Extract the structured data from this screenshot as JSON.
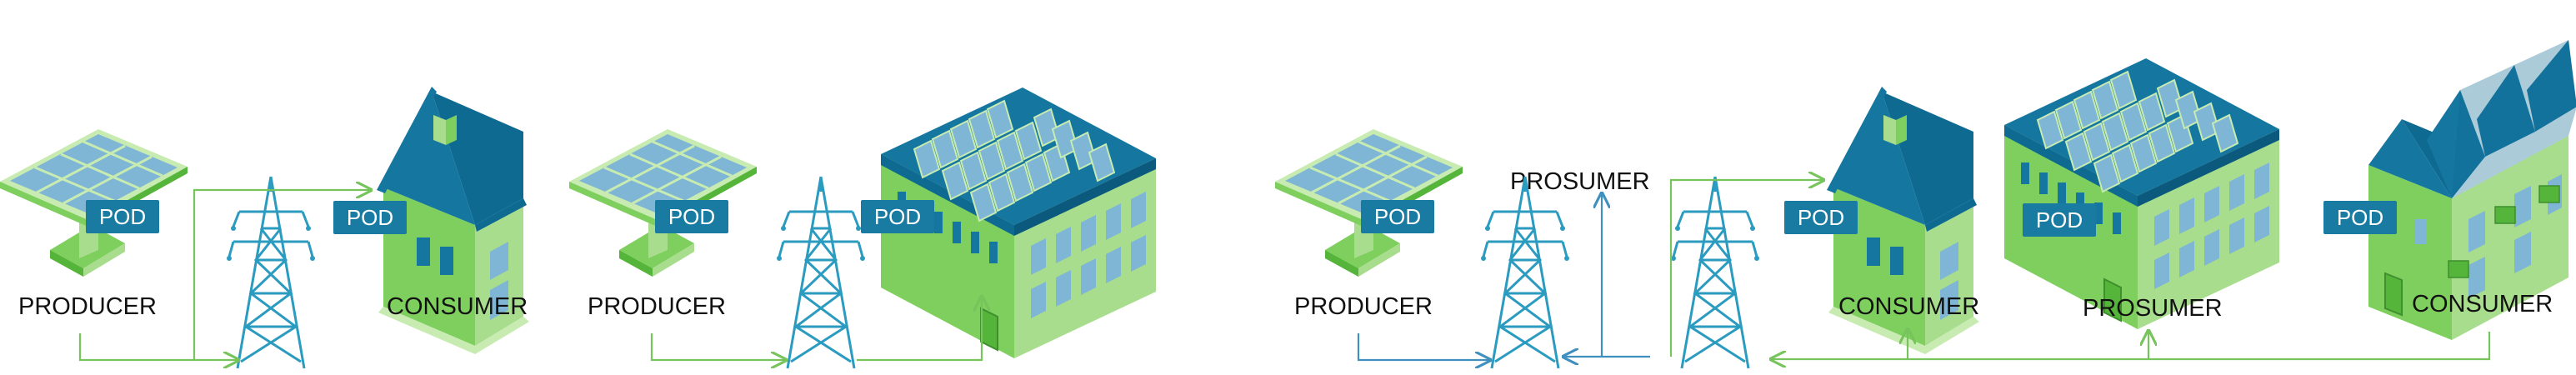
{
  "colors": {
    "blue_dark": "#1a7ba2",
    "roof": "#1577a0",
    "green_light": "#a8dd8e",
    "green_mid": "#7ecf5e",
    "green_dark": "#55b53a",
    "panel_blue": "#7fb6d6",
    "tower_blue": "#2b9bbf",
    "arrow_green": "#77c35c",
    "arrow_blue": "#3f8fbf"
  },
  "pod_label": "POD",
  "scenario_1": {
    "producer_label": "PRODUCER",
    "consumer_label": "CONSUMER"
  },
  "scenario_2": {
    "producer_label": "PRODUCER"
  },
  "scenario_3": {
    "producer_label": "PRODUCER",
    "prosumer_top_label": "PROSUMER",
    "consumer_house_label": "CONSUMER",
    "prosumer_building_label": "PROSUMER",
    "consumer_townhouse_label": "CONSUMER"
  }
}
